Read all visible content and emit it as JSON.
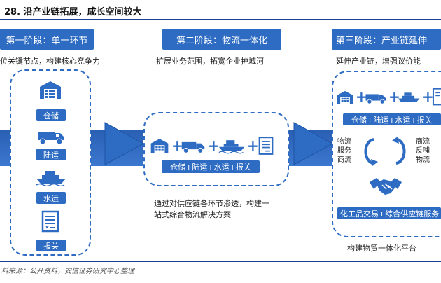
{
  "title": "28. 沿产业链拓展，成长空间较大",
  "stage1": {
    "header": "第一阶段：单一环节",
    "desc": "位关键节点，构建核心竞争力",
    "items": [
      "仓储",
      "陆运",
      "水运",
      "报关"
    ]
  },
  "stage2": {
    "header": "第二阶段：物流一体化",
    "desc": "扩展业务范围，拓宽企业护城河",
    "combo": "仓储+陆运+水运+报关",
    "note_line1": "通过对供应链各环节渗透，构建一",
    "note_line2": "站式综合物流解决方案"
  },
  "stage3": {
    "header": "第三阶段：产业链延伸",
    "desc": "延伸产业链，增强议价能",
    "combo": "仓储+陆运+水运+报关",
    "left_flow": [
      "物流",
      "服务",
      "商流"
    ],
    "right_flow": [
      "商流",
      "反哺",
      "物流"
    ],
    "trade": "化工品交易+综合供应链服务",
    "platform": "构建物贸一体化平台"
  },
  "footer": "料来源：公开资料，安信证券研究中心整理",
  "colors": {
    "primary": "#2e6cc3",
    "dark": "#1a3f8f"
  },
  "icons": [
    "warehouse-icon",
    "truck-icon",
    "ship-icon",
    "document-icon",
    "handshake-icon",
    "cycle-arrows-icon"
  ]
}
